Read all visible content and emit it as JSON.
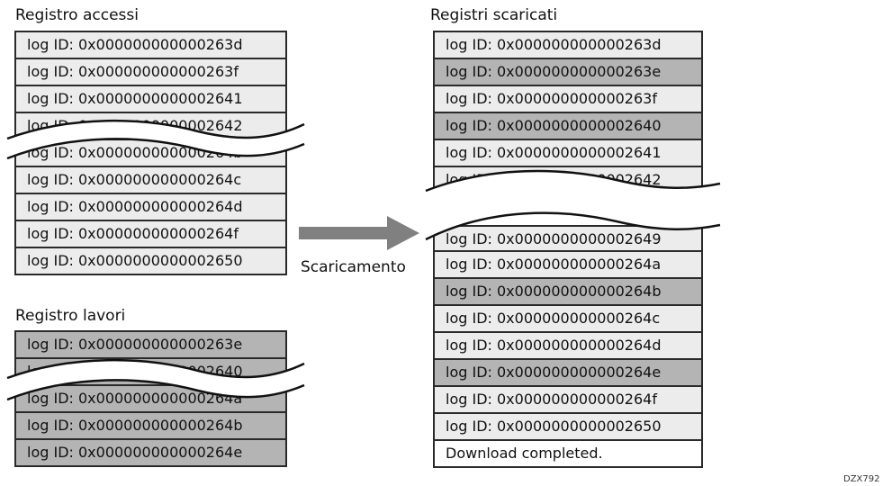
{
  "access_log": {
    "title": "Registro accessi",
    "entries_top": [
      "log ID: 0x000000000000263d",
      "log ID: 0x000000000000263f",
      "log ID: 0x0000000000002641"
    ],
    "entry_cut_top": "log ID: 0x0000000000002642",
    "entry_cut_bottom": "log ID: 0x000000000000264b",
    "entries_bottom": [
      "log ID: 0x000000000000264c",
      "log ID: 0x000000000000264d",
      "log ID: 0x000000000000264f",
      "log ID: 0x0000000000002650"
    ]
  },
  "job_log": {
    "title": "Registro lavori",
    "entries_top": [
      "log ID: 0x000000000000263e"
    ],
    "entry_cut_top": "log ID: 0x0000000000002640",
    "entry_cut_bottom": "log ID: 0x000000000000264a",
    "entries_bottom": [
      "log ID: 0x000000000000264b",
      "log ID: 0x000000000000264e"
    ]
  },
  "arrow": {
    "label": "Scaricamento"
  },
  "downloaded": {
    "title": "Registri scaricati",
    "entries_top": [
      "log ID: 0x000000000000263d",
      "log ID: 0x000000000000263e",
      "log ID: 0x000000000000263f",
      "log ID: 0x0000000000002640",
      "log ID: 0x0000000000002641"
    ],
    "entry_cut_top": "log ID: 0x0000000000002642",
    "entry_cut_bottom": "log ID: 0x0000000000002649",
    "entries_bottom": [
      "log ID: 0x000000000000264a",
      "log ID: 0x000000000000264b",
      "log ID: 0x000000000000264c",
      "log ID: 0x000000000000264d",
      "log ID: 0x000000000000264e",
      "log ID: 0x000000000000264f",
      "log ID: 0x0000000000002650"
    ],
    "completed": "Download completed."
  },
  "figure_code": "DZX792"
}
